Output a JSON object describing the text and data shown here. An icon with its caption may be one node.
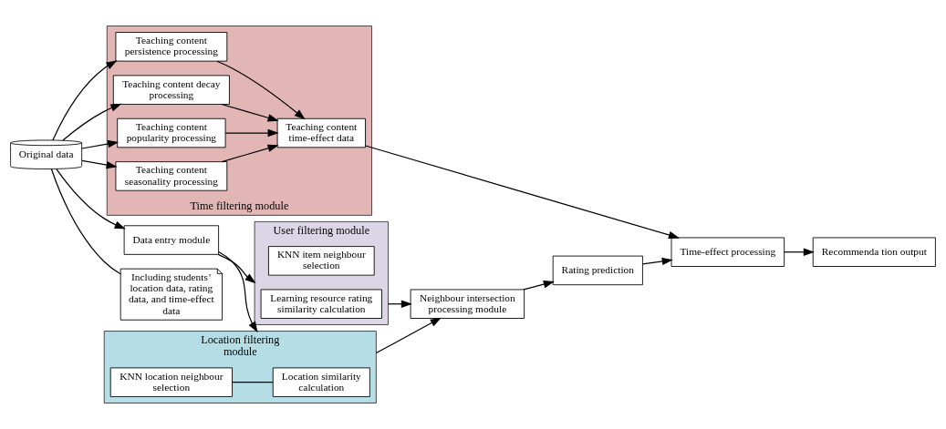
{
  "diagram": {
    "nodes": [
      {
        "text": [
          "Data entry module"
        ]
      },
      {
        "text": [
          "Location filtering module"
        ]
      },
      {
        "text": [
          "KNN location neighbour selection"
        ],
        "in": 1
      },
      {
        "text": [
          "Location similarity calculation"
        ],
        "in": 1
      },
      {
        "text": [
          "User filtering module"
        ]
      },
      {
        "text": [
          "KNN item neighbour selection"
        ],
        "in": 4
      },
      {
        "text": [
          "Learning resource rating similarity calculation"
        ],
        "in": 4
      },
      {
        "text": [
          "Neighbour intersection processing module"
        ]
      },
      {
        "text": [
          "Rating prediction"
        ]
      },
      {
        "text": [
          "Original data"
        ]
      },
      {
        "text": [
          "Time filtering module"
        ]
      },
      {
        "text": [
          "Teaching content persistence processing"
        ],
        "in": 10
      },
      {
        "text": [
          "Teaching content decay processing"
        ],
        "in": 10
      },
      {
        "text": [
          "Teaching content popularity processing"
        ],
        "in": 10
      },
      {
        "text": [
          "Teaching content seasonality processing"
        ],
        "in": 10
      },
      {
        "text": [
          "Teaching content time-effect data"
        ],
        "in": 10
      },
      {
        "text": [
          "Time-effect processing"
        ]
      },
      {
        "text": [
          "Recommenda tion output"
        ]
      },
      {
        "text": [
          "Including students’ location data, rating data, and time-effect data"
        ]
      }
    ],
    "edges": [
      {
        "from": 9,
        "to": 0,
        "arrow": "to"
      },
      {
        "from": 0,
        "to": 1,
        "arrow": "to"
      },
      {
        "from": 0,
        "to": 4,
        "arrow": "to"
      },
      {
        "from": 2,
        "to": 3,
        "arrow": "none"
      },
      {
        "from": 1,
        "to": 7,
        "arrow": "to"
      },
      {
        "from": 4,
        "to": 7,
        "arrow": "to"
      },
      {
        "from": 7,
        "to": 8,
        "arrow": "to"
      },
      {
        "from": 8,
        "to": 16,
        "arrow": "to"
      },
      {
        "from": 9,
        "to": 11,
        "arrow": "to"
      },
      {
        "from": 9,
        "to": 12,
        "arrow": "to"
      },
      {
        "from": 9,
        "to": 13,
        "arrow": "to"
      },
      {
        "from": 9,
        "to": 14,
        "arrow": "to"
      },
      {
        "from": 11,
        "to": 15,
        "arrow": "to"
      },
      {
        "from": 12,
        "to": 15,
        "arrow": "to"
      },
      {
        "from": 13,
        "to": 15,
        "arrow": "to"
      },
      {
        "from": 14,
        "to": 15,
        "arrow": "to"
      },
      {
        "from": 15,
        "to": 16,
        "arrow": "to"
      },
      {
        "from": 16,
        "to": 17,
        "arrow": "to"
      },
      {
        "from": 9,
        "to": 18,
        "arrow": "none"
      }
    ]
  }
}
